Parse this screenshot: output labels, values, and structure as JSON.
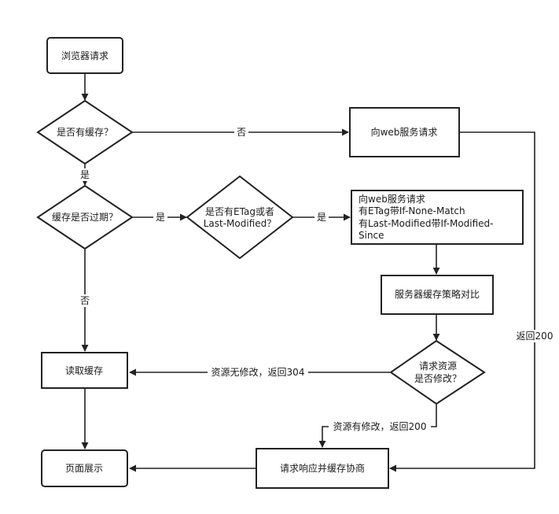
{
  "nodes": {
    "browser_request": "浏览器请求",
    "has_cache": "是否有缓存？",
    "request_server": "向web服务请求",
    "cache_expired": "缓存是否过期？",
    "has_etag_line1": "是否有ETag或者",
    "has_etag_line2": "Last-Modified？",
    "conditional_request_line1": "向web服务请求",
    "conditional_request_line2": "有ETag带If-None-Match",
    "conditional_request_line3": "有Last-Modified带If-Modified-",
    "conditional_request_line4": "Since",
    "server_compare": "服务器缓存策略对比",
    "resource_modified_line1": "请求资源",
    "resource_modified_line2": "是否修改？",
    "read_cache": "读取缓存",
    "response_and_cache": "请求响应并缓存协商",
    "page_display": "页面展示"
  },
  "edge_labels": {
    "no_cache": "否",
    "yes_cache": "是",
    "expired_yes": "是",
    "etag_yes": "是",
    "not_expired": "否",
    "not_modified_304": "资源无修改，返回304",
    "modified_200": "资源有修改，返回200",
    "return_200": "返回200"
  }
}
